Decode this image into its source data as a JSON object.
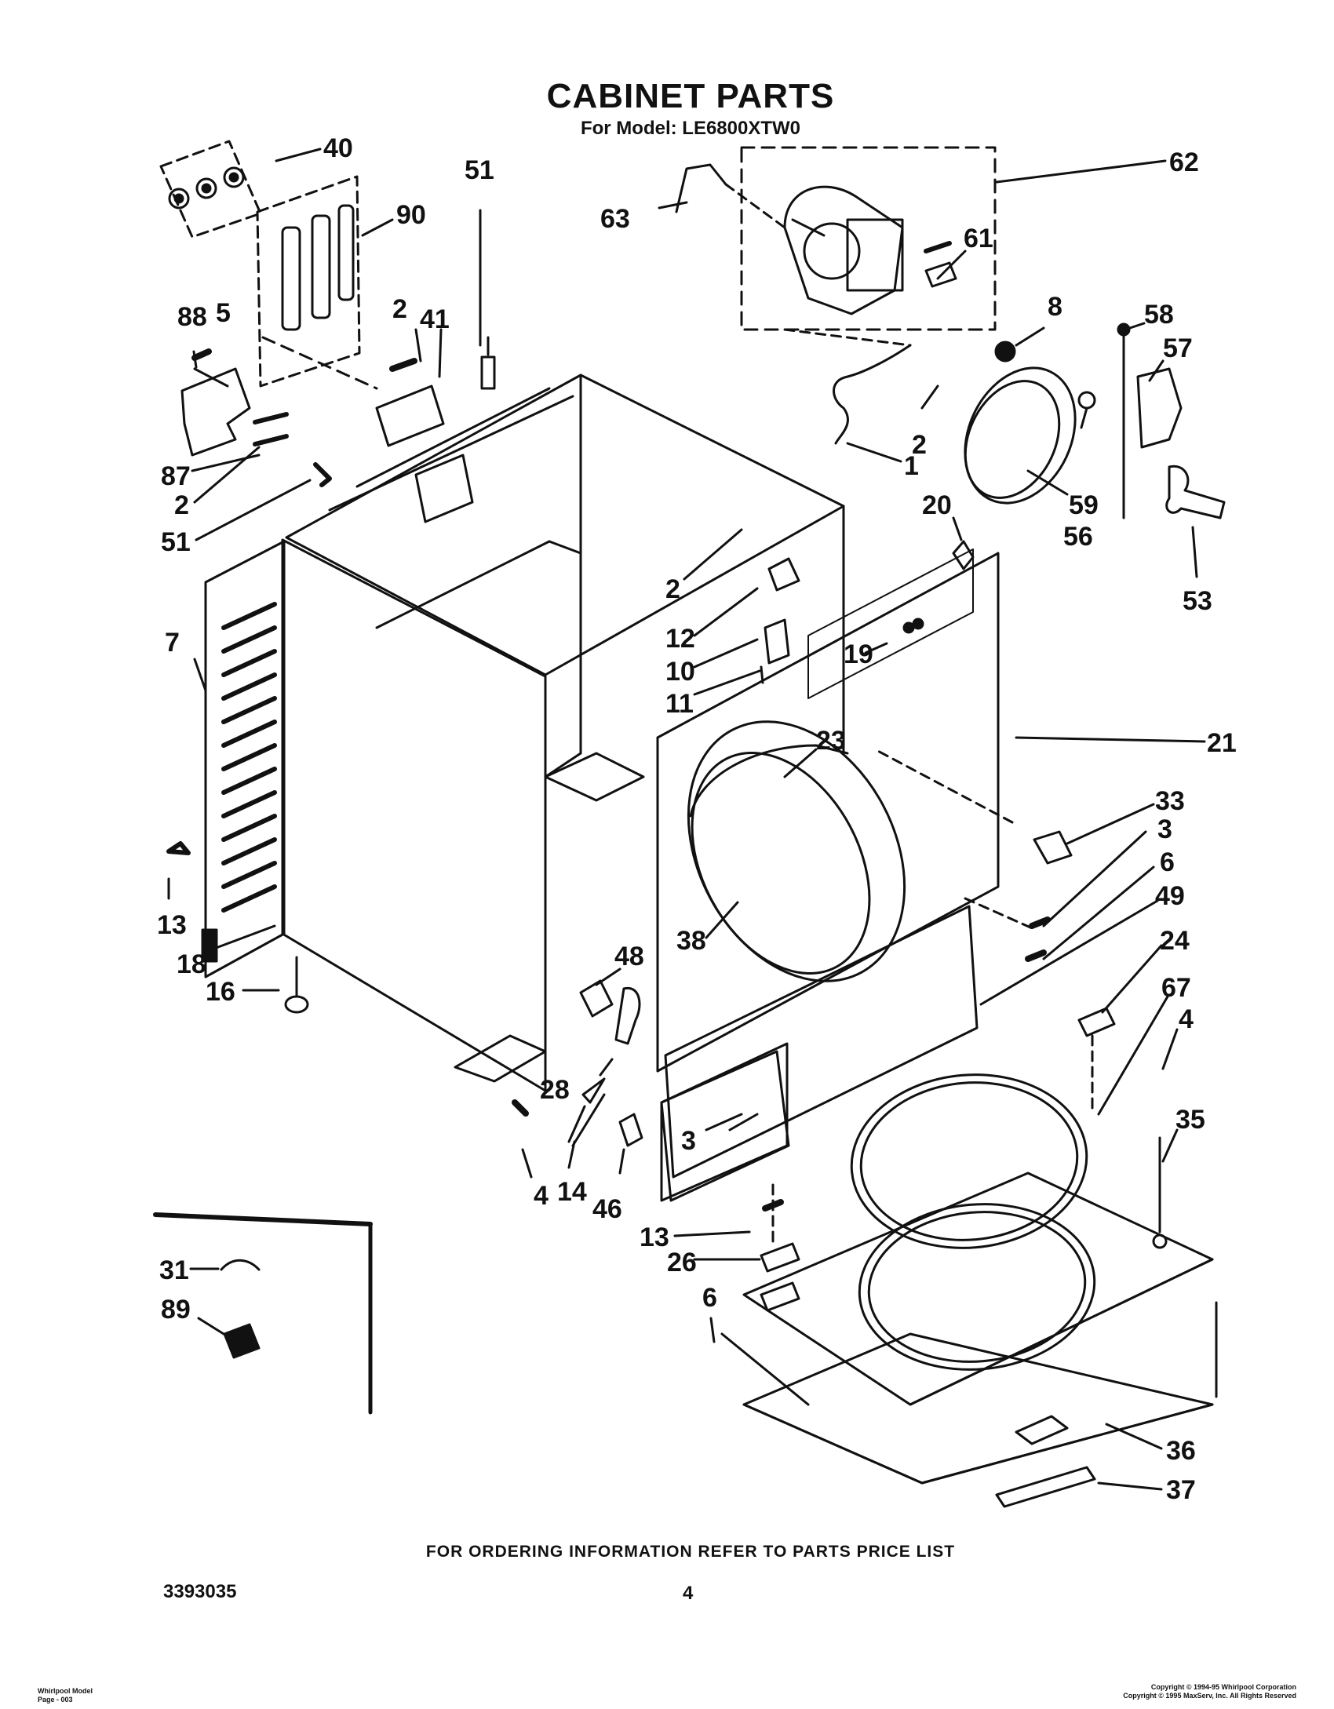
{
  "header": {
    "title": "CABINET PARTS",
    "subtitle": "For Model: LE6800XTW0"
  },
  "callouts": [
    "40",
    "90",
    "51",
    "5",
    "88",
    "2",
    "41",
    "87",
    "51",
    "63",
    "61",
    "62",
    "8",
    "2",
    "1",
    "58",
    "57",
    "59",
    "56",
    "20",
    "53",
    "2",
    "12",
    "10",
    "11",
    "19",
    "21",
    "23",
    "7",
    "33",
    "3",
    "6",
    "49",
    "24",
    "67",
    "4",
    "35",
    "13",
    "18",
    "16",
    "48",
    "38",
    "28",
    "4",
    "14",
    "46",
    "3",
    "13",
    "26",
    "6",
    "36",
    "37",
    "31",
    "89",
    "2"
  ],
  "footer": {
    "ordering_note": "FOR ORDERING INFORMATION REFER TO PARTS PRICE LIST",
    "doc_number": "3393035",
    "page_number": "4",
    "model_line": "Whirlpool Model",
    "page_line": "Page - 003",
    "copyright_line_1": "Copyright © 1994-95 Whirlpool Corporation",
    "copyright_line_2": "Copyright © 1995 MaxServ, Inc. All Rights Reserved"
  }
}
